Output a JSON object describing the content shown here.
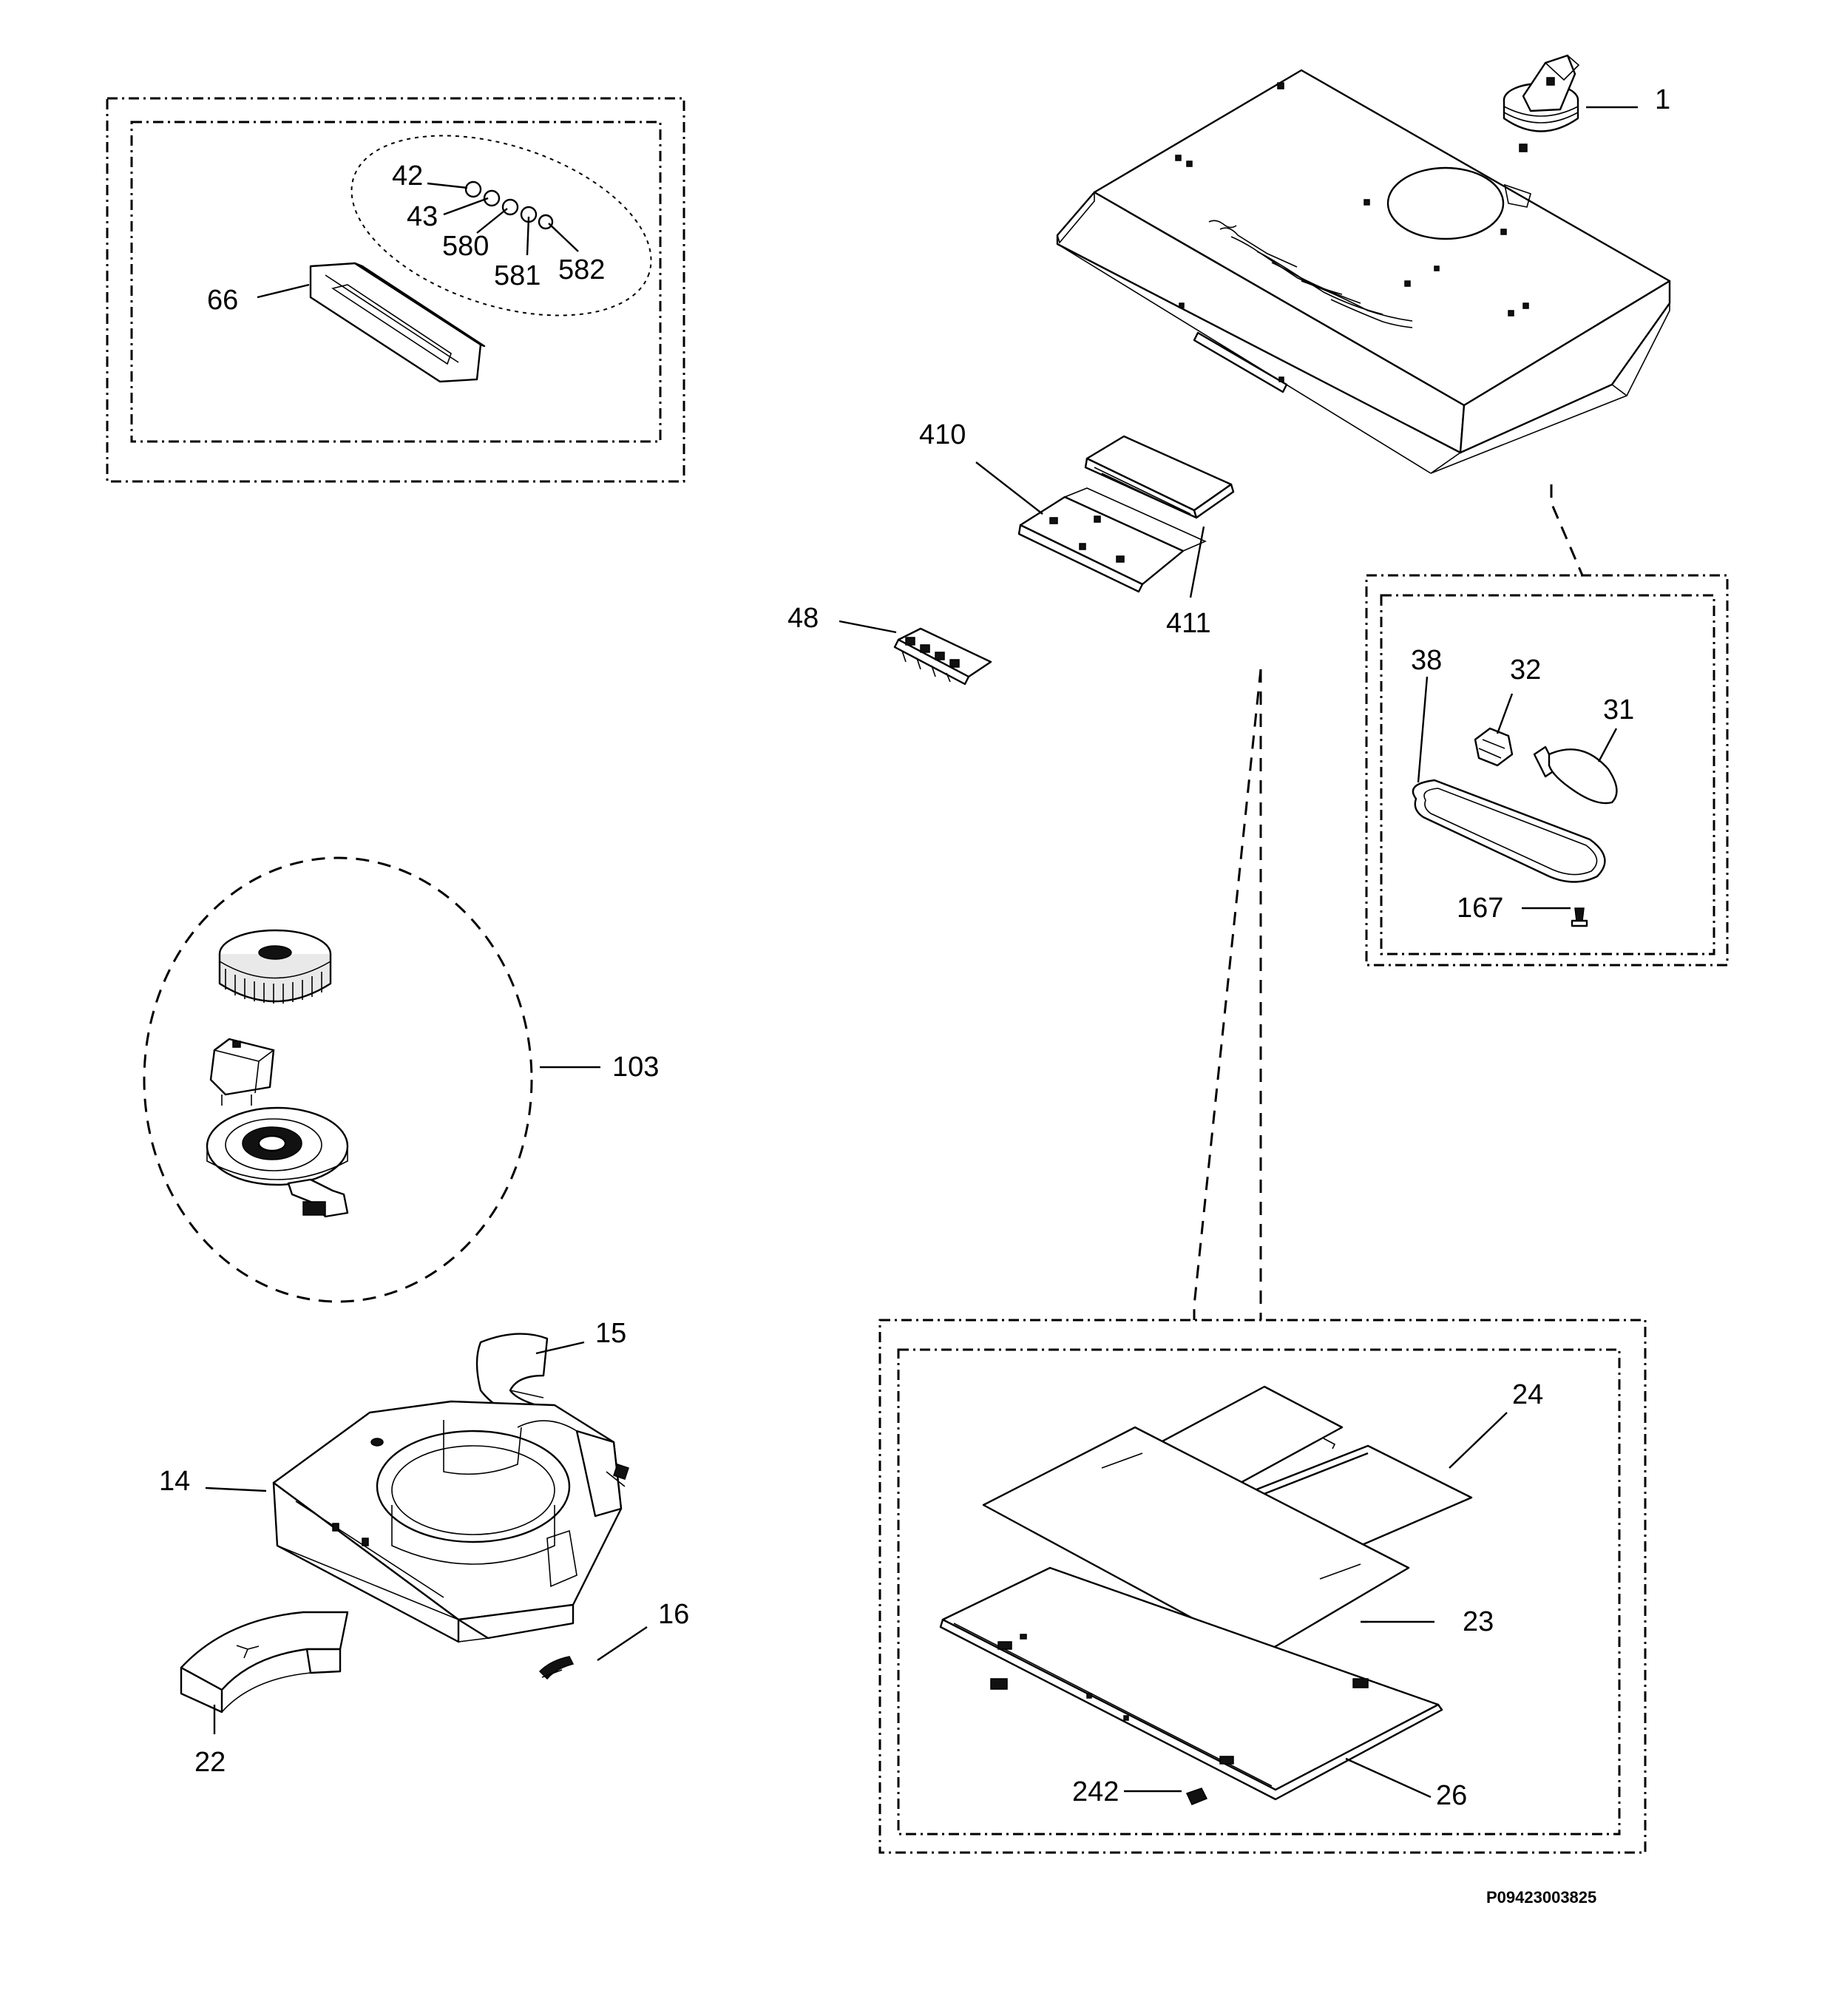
{
  "diagram_code": "P09423003825",
  "labels": {
    "l1": "1",
    "l42": "42",
    "l43": "43",
    "l580": "580",
    "l581": "581",
    "l582": "582",
    "l66": "66",
    "l410": "410",
    "l411": "411",
    "l48": "48",
    "l38": "38",
    "l32": "32",
    "l31": "31",
    "l167": "167",
    "l103": "103",
    "l15": "15",
    "l14": "14",
    "l16": "16",
    "l22": "22",
    "l24": "24",
    "l23": "23",
    "l26": "26",
    "l242": "242"
  }
}
